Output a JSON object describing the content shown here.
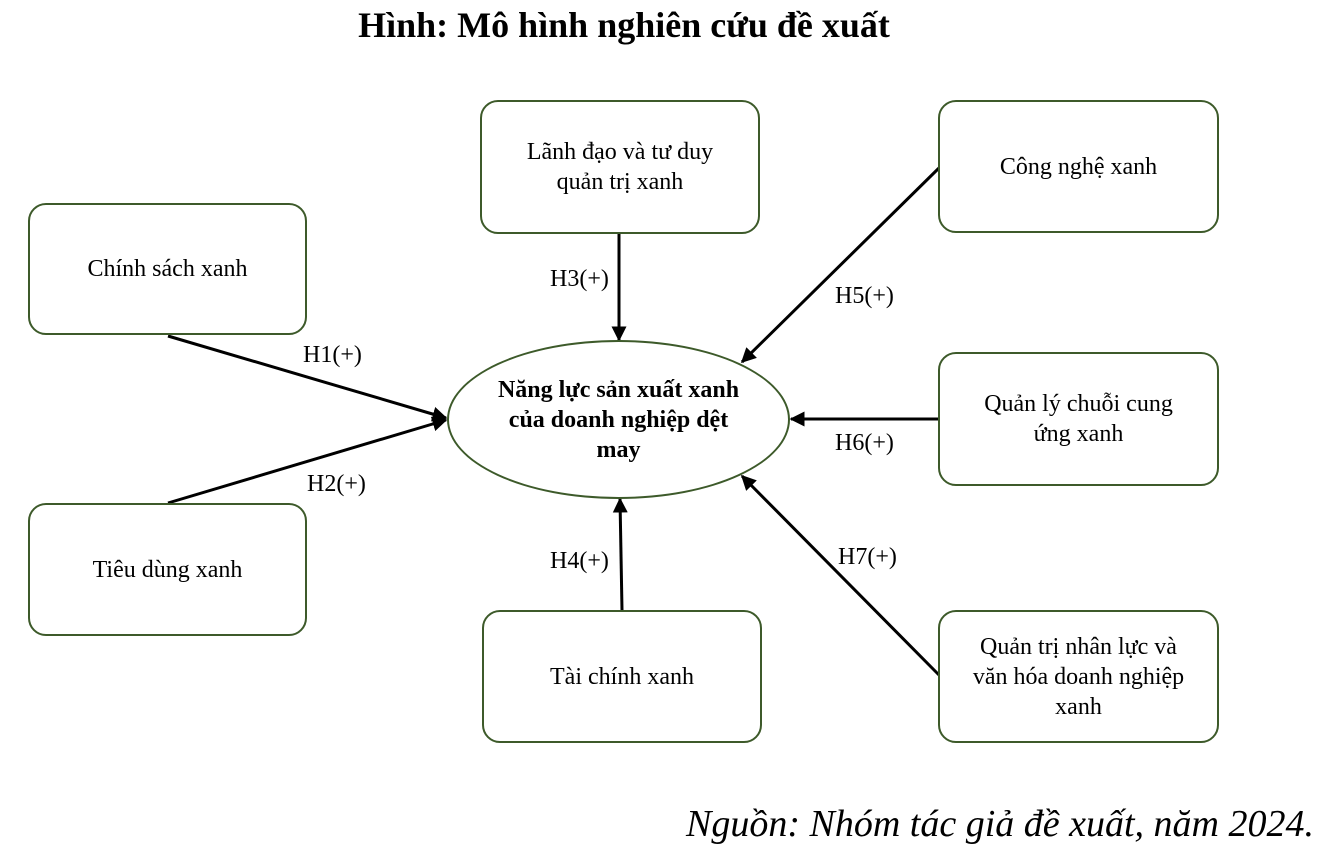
{
  "title": "Hình: Mô hình nghiên cứu đề xuất",
  "source": "Nguồn: Nhóm tác giả đề xuất, năm 2024.",
  "center": {
    "label": "Năng lực sản xuất xanh của doanh nghiệp dệt may"
  },
  "factors": {
    "chinh_sach": "Chính sách xanh",
    "tieu_dung": "Tiêu dùng xanh",
    "lanh_dao": "Lãnh đạo và tư duy quản trị xanh",
    "tai_chinh": "Tài chính xanh",
    "cong_nghe": "Công nghệ xanh",
    "chuoi_cung_ung": "Quản lý chuỗi cung ứng xanh",
    "nhan_luc": "Quản trị nhân lực và văn hóa doanh nghiệp xanh"
  },
  "hypotheses": {
    "h1": "H1(+)",
    "h2": "H2(+)",
    "h3": "H3(+)",
    "h4": "H4(+)",
    "h5": "H5(+)",
    "h6": "H6(+)",
    "h7": "H7(+)"
  }
}
